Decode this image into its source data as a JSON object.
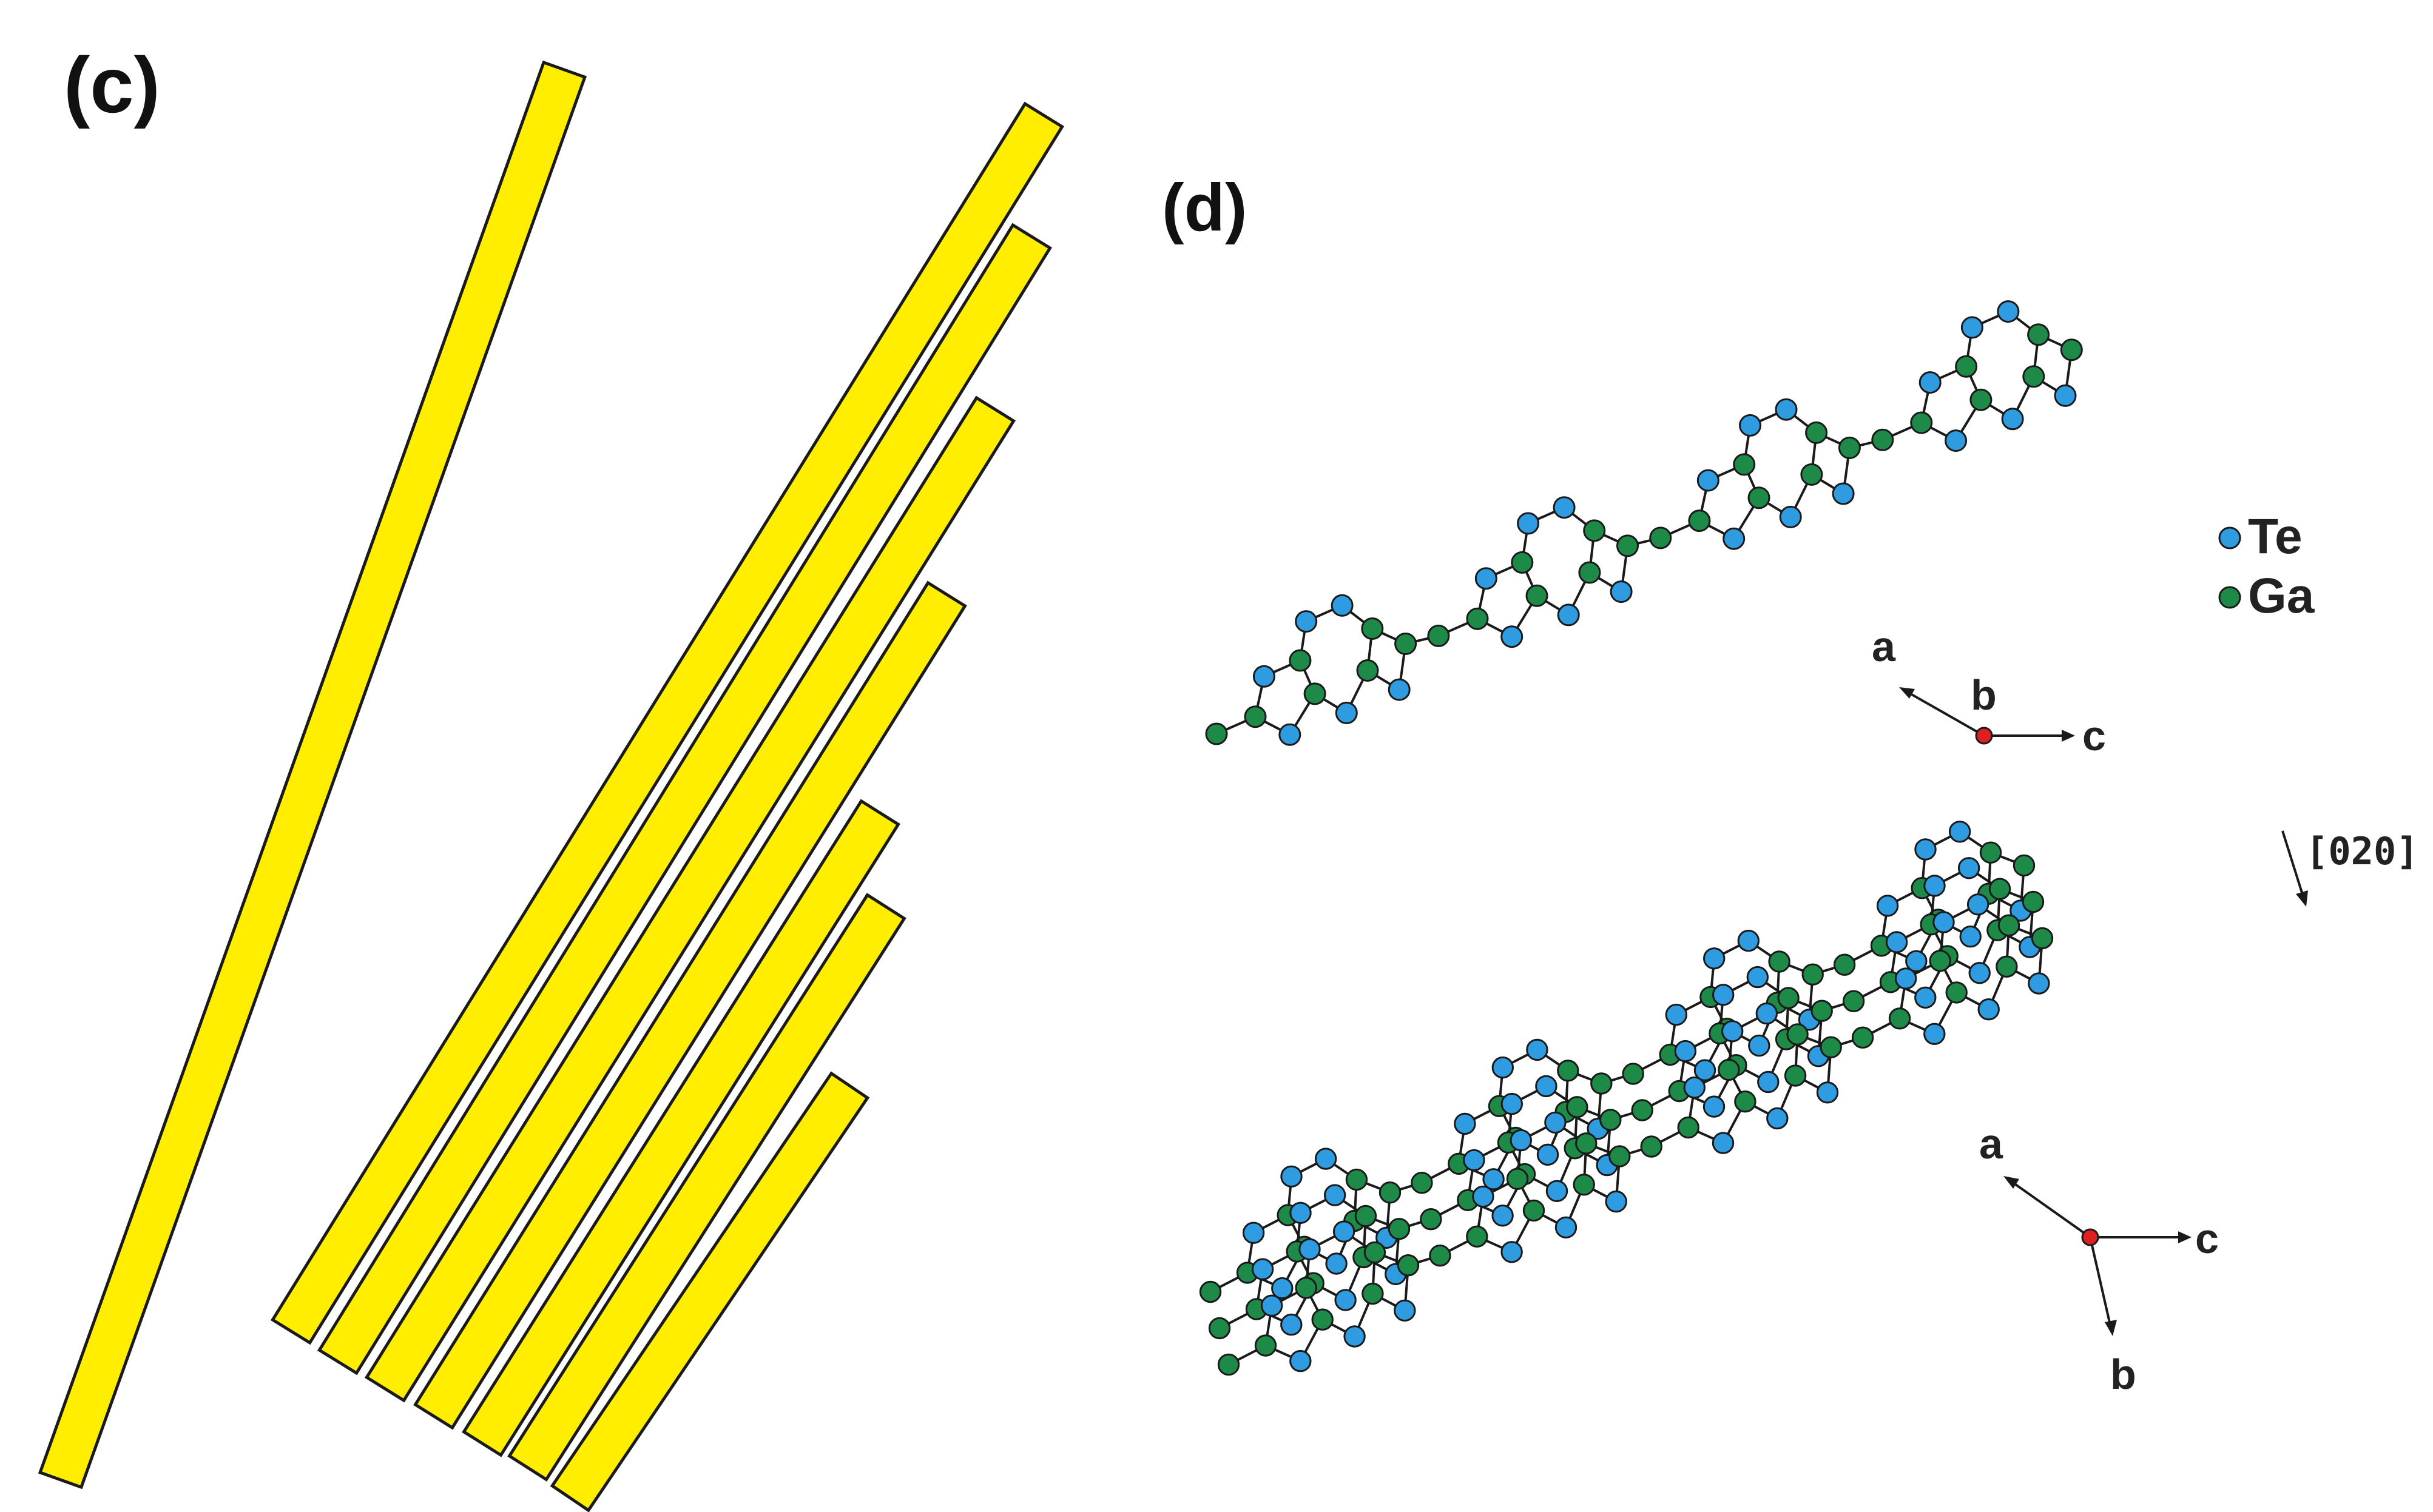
{
  "panels": {
    "c": {
      "label": "(c)"
    },
    "d": {
      "label": "(d)"
    }
  },
  "legend": {
    "items": [
      {
        "label": "Te",
        "color": "#2f9be0"
      },
      {
        "label": "Ga",
        "color": "#1e8a47"
      }
    ]
  },
  "axes_top": {
    "a": "a",
    "b": "b",
    "c": "c"
  },
  "axes_bottom": {
    "a": "a",
    "b": "b",
    "c": "c"
  },
  "direction_label": "[020]",
  "colors": {
    "rod_fill": "#ffee00",
    "te": "#2f9be0",
    "ga": "#1e8a47",
    "origin": "#e02020"
  }
}
